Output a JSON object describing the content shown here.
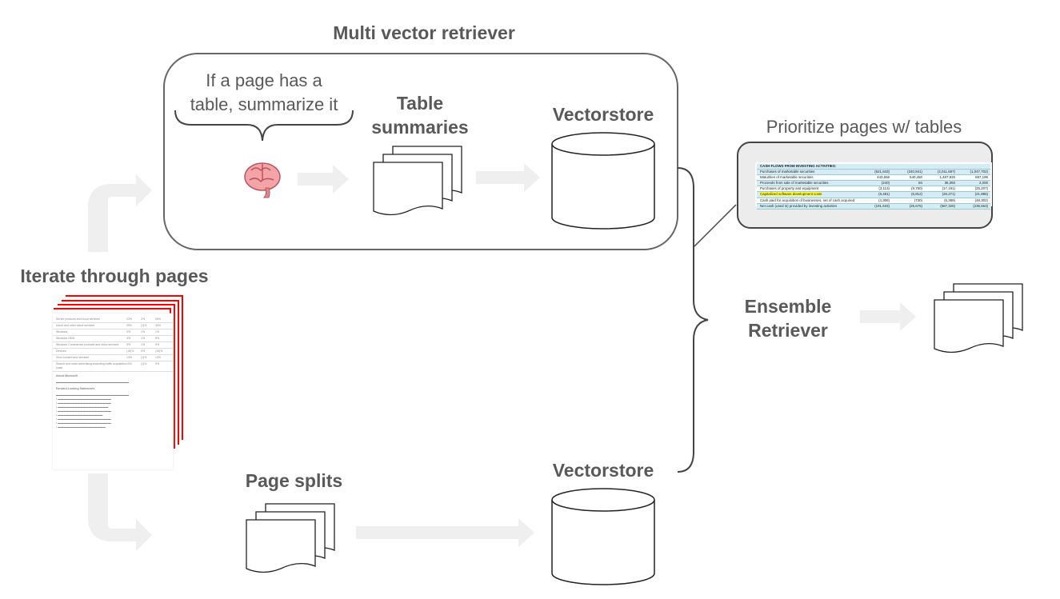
{
  "multi_vector": {
    "title": "Multi vector retriever",
    "instruction": [
      "If a page has a",
      "table, summarize it"
    ],
    "summaries_label": [
      "Table",
      "summaries"
    ],
    "vectorstore_label": "Vectorstore",
    "brain_icon": "brain-icon"
  },
  "prioritize": {
    "title": "Prioritize pages w/ tables",
    "table": {
      "header": "CASH FLOWS FROM INVESTING ACTIVITIES:",
      "rows": [
        {
          "label": "Purchases of marketable securities",
          "values": [
            "(621,633)",
            "(340,841)",
            "(2,011,687)",
            "(1,047,702)"
          ]
        },
        {
          "label": "Maturities of marketable securities",
          "values": [
            "443,658",
            "540,450",
            "1,487,925",
            "857,195"
          ]
        },
        {
          "label": "Proceeds from sale of marketable securities",
          "values": [
            "(240)",
            "84",
            "36,393",
            "2,000"
          ]
        },
        {
          "label": "Purchases of property and equipment",
          "values": [
            "(3,113)",
            "(9,750)",
            "(17,191)",
            "(25,207)"
          ]
        },
        {
          "label": "Capitalized software development costs",
          "values": [
            "(9,481)",
            "(6,812)",
            "(26,271)",
            "(21,886)"
          ],
          "highlight": true
        },
        {
          "label": "Cash paid for acquisition of businesses, net of cash acquired",
          "values": [
            "(4,308)",
            "(730)",
            "(6,389)",
            "(48,302)"
          ]
        },
        {
          "label": "Net cash (used in) provided by investing activities",
          "values": [
            "(191,633)",
            "(25,675)",
            "(587,326)",
            "(236,553)"
          ]
        }
      ]
    }
  },
  "ensemble": {
    "label": [
      "Ensemble",
      "Retriever"
    ]
  },
  "iterate": {
    "title": "Iterate through pages",
    "doc_rows": [
      [
        "Server products and cloud services",
        "23%",
        "2%",
        "25%"
      ],
      [
        "Azure and other cloud services",
        "29%",
        "(1)%",
        "30%"
      ],
      [
        "Windows",
        "0%",
        "1%",
        "1%"
      ],
      [
        "Windows OEM",
        "4%",
        "1%",
        "5%"
      ],
      [
        "Windows Commercial products and cloud services",
        "9%",
        "1%",
        "9%"
      ],
      [
        "Devices",
        "(15)%",
        "0%",
        "(15)%"
      ],
      [
        "Xbox content and services",
        "13%",
        "(1)%",
        "13%"
      ],
      [
        "Search and news advertising excluding traffic acquisition costs",
        "10%",
        "(1)%",
        "9%"
      ]
    ],
    "doc_headings": [
      "About Microsoft",
      "Forward-Looking Statements"
    ]
  },
  "page_splits": {
    "title": "Page splits",
    "vectorstore_label": "Vectorstore"
  },
  "colors": {
    "arrow": "#efefef",
    "text": "#595959",
    "highlight": "#ffff3a",
    "table_band": "#d5ecf7",
    "page_edge": "#ff0000"
  }
}
